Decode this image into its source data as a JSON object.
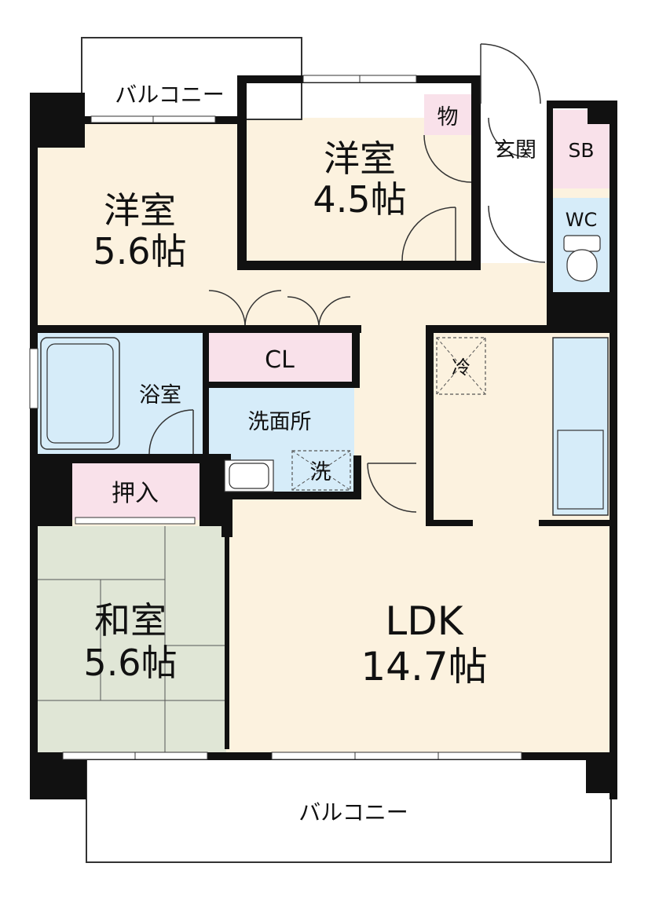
{
  "rooms": {
    "western_a": {
      "name": "洋室",
      "size": "5.6帖"
    },
    "western_b": {
      "name": "洋室",
      "size": "4.5帖"
    },
    "japanese": {
      "name": "和室",
      "size": "5.6帖"
    },
    "ldk": {
      "name": "LDK",
      "size": "14.7帖"
    },
    "closet": "CL",
    "bath": "浴室",
    "washroom": "洗面所",
    "washer": "洗",
    "oshiire": "押入",
    "storage": "物",
    "entrance": "玄関",
    "shoebox": "SB",
    "toilet": "WC",
    "fridge": "冷"
  },
  "balcony_top": "バルコニー",
  "balcony_bottom": "バルコニー",
  "colors": {
    "wood_floor": "#fcf2df",
    "wet_area": "#d6ecf9",
    "storage": "#f9e1ea",
    "tatami": "#e0e6d6",
    "wall": "#111111"
  }
}
